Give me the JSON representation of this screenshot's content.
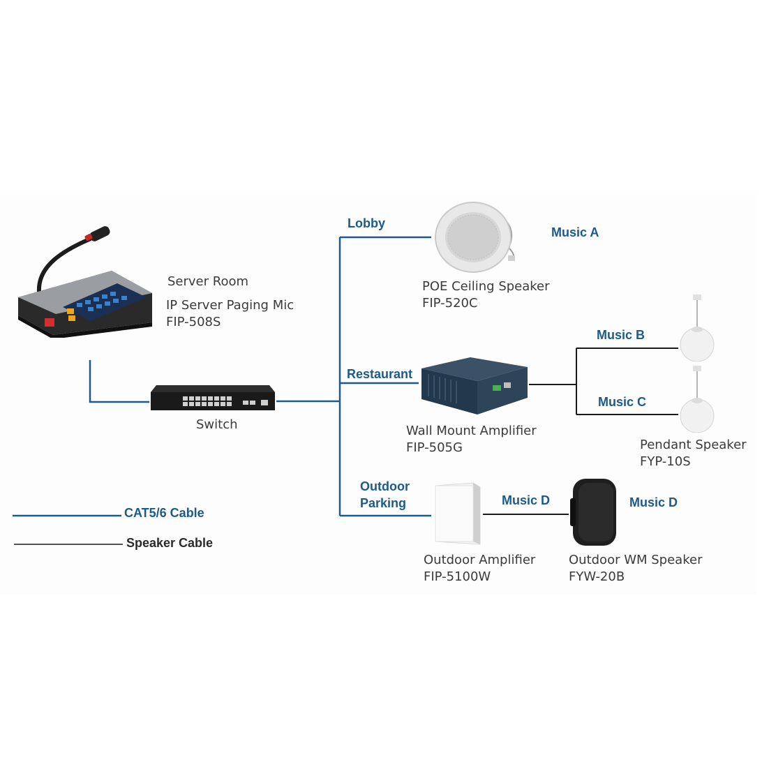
{
  "colors": {
    "cat_cable": "#1d5a8c",
    "speaker_cable": "#1a1a1a",
    "label_blue": "#1d5a8c",
    "device_text": "#3a3a3a"
  },
  "server": {
    "location": "Server Room",
    "name": "IP Server Paging Mic",
    "model": "FIP-508S",
    "icon": "paging-mic-console-icon"
  },
  "switch": {
    "name": "Switch",
    "icon": "network-switch-icon"
  },
  "zones": {
    "lobby": "Lobby",
    "restaurant": "Restaurant",
    "outdoor_line1": "Outdoor",
    "outdoor_line2": "Parking"
  },
  "devices": {
    "ceiling": {
      "name": "POE Ceiling Speaker",
      "model": "FIP-520C",
      "icon": "ceiling-speaker-icon"
    },
    "wall_amp": {
      "name": "Wall Mount Amplifier",
      "model": "FIP-505G",
      "icon": "amplifier-icon"
    },
    "pendant": {
      "name": "Pendant Speaker",
      "model": "FYP-10S",
      "icon": "pendant-speaker-icon"
    },
    "outdoor_amp": {
      "name": "Outdoor Amplifier",
      "model": "FIP-5100W",
      "icon": "outdoor-amplifier-icon"
    },
    "wm_speaker": {
      "name": "Outdoor WM Speaker",
      "model": "FYW-20B",
      "icon": "wall-speaker-icon"
    }
  },
  "music": {
    "a": "Music A",
    "b": "Music B",
    "c": "Music C",
    "d_cable": "Music D",
    "d_speaker": "Music D"
  },
  "legend": {
    "cat": "CAT5/6 Cable",
    "speaker": "Speaker Cable"
  }
}
